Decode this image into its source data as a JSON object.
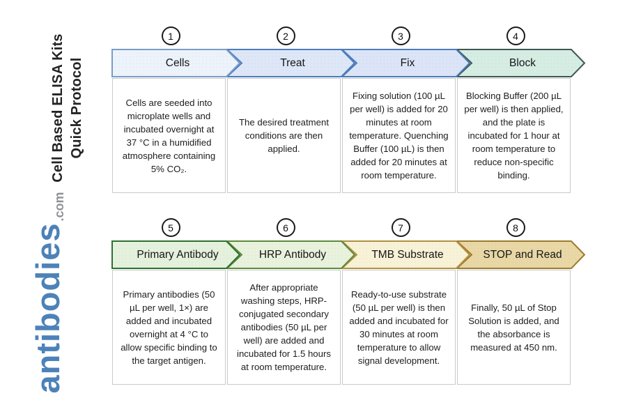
{
  "sidebar": {
    "title_line1": "Cell Based ELISA Kits",
    "title_line2": "Quick Protocol",
    "title_color": "#232323"
  },
  "brand": {
    "name": "antibodies",
    "tld": ".com",
    "name_color": "#4d82b8",
    "tld_color": "#8f9296"
  },
  "diagram": {
    "box_border_color": "#c9c9c9",
    "box_fill_color": "#ffffff",
    "circle_border_color": "#1a1a1a",
    "text_color": "#1d1d1d",
    "steps": [
      {
        "number": "1",
        "label": "Cells",
        "description": "Cells are seeded into microplate wells and incubated overnight at 37 °C in a humidified atmosphere containing 5% CO₂.",
        "fill": "#edf3fb",
        "stroke": "#7b9cc7"
      },
      {
        "number": "2",
        "label": "Treat",
        "description": "The desired treatment conditions are then applied.",
        "fill": "#dde7f8",
        "stroke": "#4d7cba"
      },
      {
        "number": "3",
        "label": "Fix",
        "description": "Fixing solution (100 µL per well) is added for 20 minutes at room temperature. Quenching Buffer (100 µL) is then added for 20 minutes at room temperature.",
        "fill": "#dbe5f7",
        "stroke": "#4d7cba"
      },
      {
        "number": "4",
        "label": "Block",
        "description": "Blocking Buffer (200 µL per well) is then applied, and the plate is incubated for 1 hour at room temperature to reduce non-specific binding.",
        "fill": "#d6ede4",
        "stroke": "#3e5854"
      },
      {
        "number": "5",
        "label": "Primary Antibody",
        "description": "Primary antibodies (50 µL per well, 1×) are added and incubated overnight at 4 °C to allow specific binding to the target antigen.",
        "fill": "#e4f1dc",
        "stroke": "#2f7030"
      },
      {
        "number": "6",
        "label": "HRP Antibody",
        "description": "After appropriate washing steps, HRP-conjugated secondary antibodies (50 µL per well) are added and incubated for 1.5 hours at room temperature.",
        "fill": "#e9f2dc",
        "stroke": "#5e8a3c"
      },
      {
        "number": "7",
        "label": "TMB Substrate",
        "description": "Ready-to-use substrate (50 µL per well) is then added and incubated for 30 minutes at room temperature to allow signal development.",
        "fill": "#f8f2d7",
        "stroke": "#b3913f"
      },
      {
        "number": "8",
        "label": "STOP and Read",
        "description": "Finally, 50 µL of Stop Solution is added, and the absorbance is measured at 450 nm.",
        "fill": "#e9d8a5",
        "stroke": "#9c7b2e"
      }
    ]
  }
}
